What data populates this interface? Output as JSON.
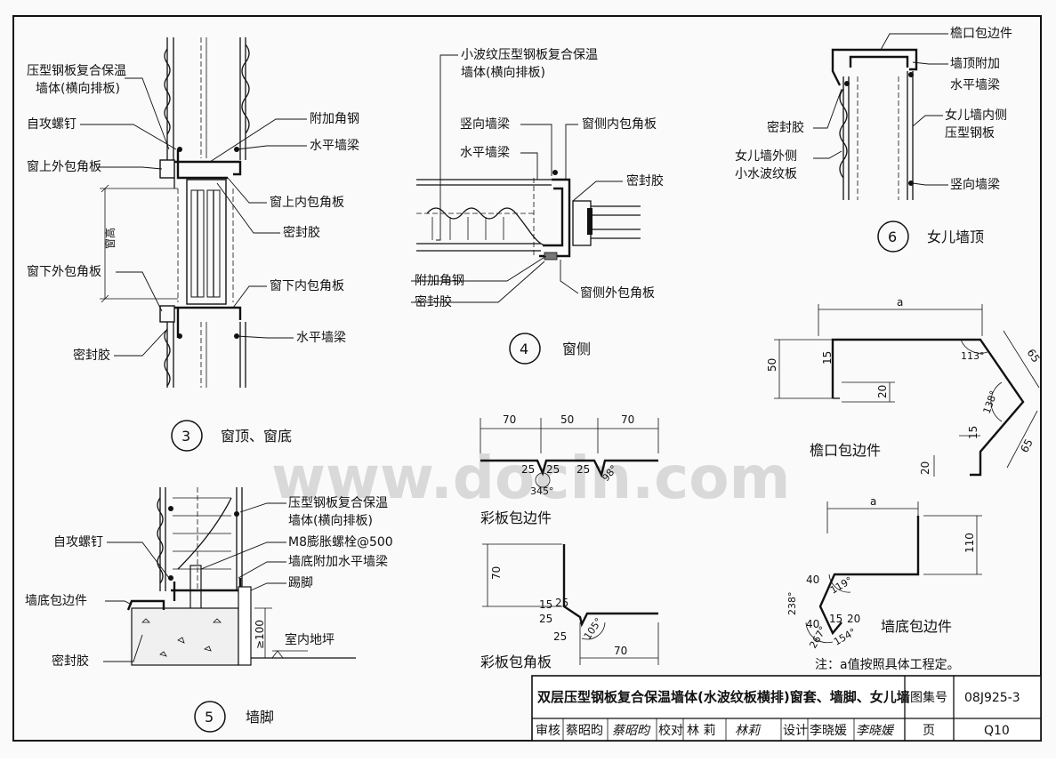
{
  "watermark": "www.docin.com",
  "details": {
    "d3": {
      "number": "3",
      "title": "窗顶、窗底",
      "labels": {
        "wall1": "压型钢板复合保温",
        "wall2": "墙体(横向排板)",
        "screw": "自攻螺钉",
        "angle": "附加角钢",
        "beam_top": "水平墙梁",
        "outer_top": "窗上外包角板",
        "inner_top": "窗上内包角板",
        "sealant_top": "密封胶",
        "height": "窗高",
        "outer_bottom": "窗下外包角板",
        "inner_bottom": "窗下内包角板",
        "sealant_bottom": "密封胶",
        "beam_bottom": "水平墙梁"
      }
    },
    "d4": {
      "number": "4",
      "title": "窗侧",
      "labels": {
        "wall1": "小波纹压型钢板复合保温",
        "wall2": "墙体(横向排板)",
        "vbeam": "竖向墙梁",
        "inner": "窗侧内包角板",
        "hbeam": "水平墙梁",
        "sealant_right": "密封胶",
        "angle": "附加角钢",
        "sealant_left": "密封胶",
        "outer": "窗侧外包角板"
      }
    },
    "d5": {
      "number": "5",
      "title": "墙脚",
      "labels": {
        "wall1": "压型钢板复合保温",
        "wall2": "墙体(横向排板)",
        "screw": "自攻螺钉",
        "bolt": "M8膨胀螺栓@500",
        "beam": "墙底附加水平墙梁",
        "skirting": "踢脚",
        "base_flash": "墙底包边件",
        "sealant": "密封胶",
        "floor": "室内地坪",
        "dim": "≥100"
      }
    },
    "d6": {
      "number": "6",
      "title": "女儿墙顶",
      "labels": {
        "eave": "檐口包边件",
        "top_beam1": "墙顶附加",
        "top_beam2": "水平墙梁",
        "inner1": "女儿墙内侧",
        "inner2": "压型钢板",
        "sealant": "密封胶",
        "outer1": "女儿墙外侧",
        "outer2": "小水波纹板",
        "vbeam": "竖向墙梁"
      }
    }
  },
  "flashings": {
    "color_edge": {
      "title": "彩板包边件",
      "dims": [
        "70",
        "50",
        "70",
        "25",
        "25",
        "25"
      ],
      "angles": [
        "345°",
        "98°"
      ]
    },
    "color_corner": {
      "title": "彩板包角板",
      "dims": [
        "70",
        "15",
        "25",
        "25",
        "25",
        "70"
      ],
      "angles": [
        "105°"
      ]
    },
    "eave_flash": {
      "title": "檐口包边件",
      "dims": [
        "a",
        "50",
        "15",
        "20",
        "65",
        "65",
        "15",
        "20"
      ],
      "angles": [
        "113°",
        "138°"
      ]
    },
    "base_flash": {
      "title": "墙底包边件",
      "dims": [
        "a",
        "110",
        "40",
        "40",
        "15",
        "20"
      ],
      "angles": [
        "119°",
        "238°",
        "267°",
        "154°"
      ]
    }
  },
  "note": "注：a值按照具体工程定。",
  "titleblock": {
    "title": "双层压型钢板复合保温墙体(水波纹板横排)窗套、墙脚、女儿墙",
    "atlas_label": "图集号",
    "atlas_no": "08J925-3",
    "review_label": "审核",
    "reviewer": "蔡昭昀",
    "reviewer_sig": "蔡昭昀",
    "check_label": "校对",
    "checker": "林 莉",
    "checker_sig": "林莉",
    "design_label": "设计",
    "designer": "李晓媛",
    "designer_sig": "李晓媛",
    "page_label": "页",
    "page_no": "Q10"
  }
}
